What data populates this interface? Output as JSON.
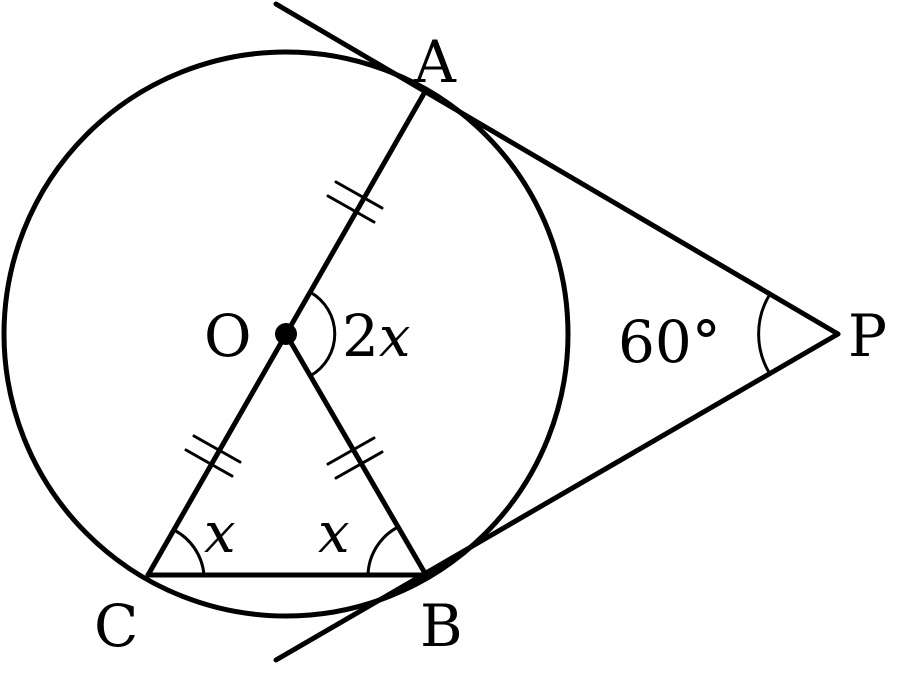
{
  "points": {
    "A": "A",
    "B": "B",
    "C": "C",
    "O": "O",
    "P": "P"
  },
  "angles": {
    "at_p": "60°",
    "at_o_num": "2",
    "at_o_var": "x",
    "at_c": "x",
    "at_b": "x"
  },
  "colors": {
    "ink": "#000000",
    "background": "#ffffff"
  }
}
